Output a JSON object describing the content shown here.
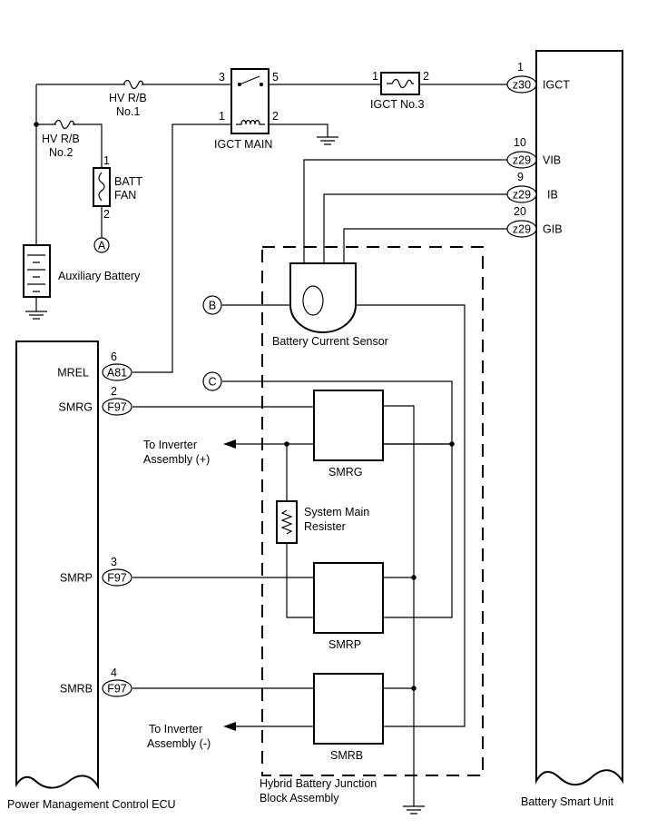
{
  "components": {
    "hv_rb_no1": [
      "HV R/B",
      "No.1"
    ],
    "hv_rb_no2": [
      "HV R/B",
      "No.2"
    ],
    "batt_fan": [
      "BATT",
      "FAN"
    ],
    "igct_main": "IGCT MAIN",
    "igct_no3": "IGCT No.3",
    "auxiliary_battery": "Auxiliary Battery",
    "battery_current_sensor": "Battery Current Sensor",
    "smrg": "SMRG",
    "smrp": "SMRP",
    "smrb": "SMRB",
    "system_main_resister": [
      "System Main",
      "Resister"
    ],
    "to_inverter_plus": [
      "To Inverter",
      "Assembly (+)"
    ],
    "to_inverter_minus": [
      "To Inverter",
      "Assembly (-)"
    ],
    "junction_block": [
      "Hybrid Battery Junction",
      "Block Assembly"
    ],
    "ecu": "Power Management Control ECU",
    "battery_smart_unit": "Battery Smart Unit"
  },
  "pins": {
    "igct_main_3": "3",
    "igct_main_5": "5",
    "igct_main_1": "1",
    "igct_main_2": "2",
    "igct_no3_1": "1",
    "igct_no3_2": "2",
    "batt_fan_1": "1",
    "batt_fan_2": "2"
  },
  "points": {
    "A": "A",
    "B": "B",
    "C": "C"
  },
  "bsu_terminals": [
    {
      "pin": "1",
      "connector": "z30",
      "signal": "IGCT"
    },
    {
      "pin": "10",
      "connector": "z29",
      "signal": "VIB"
    },
    {
      "pin": "9",
      "connector": "z29",
      "signal": "IB"
    },
    {
      "pin": "20",
      "connector": "z29",
      "signal": "GIB"
    }
  ],
  "ecu_terminals": [
    {
      "pin": "6",
      "connector": "A81",
      "signal": "MREL"
    },
    {
      "pin": "2",
      "connector": "F97",
      "signal": "SMRG"
    },
    {
      "pin": "3",
      "connector": "F97",
      "signal": "SMRP"
    },
    {
      "pin": "4",
      "connector": "F97",
      "signal": "SMRB"
    }
  ]
}
